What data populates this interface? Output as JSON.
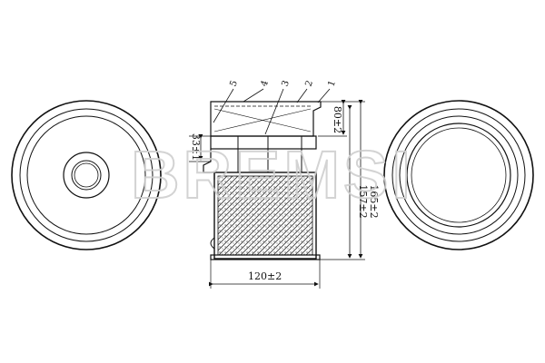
{
  "drawing": {
    "watermark": "BREMSI",
    "callouts": [
      "1",
      "2",
      "3",
      "4",
      "5"
    ],
    "dimensions": {
      "outer_diameter": "120±2",
      "total_height": "165±2",
      "body_height": "157±2",
      "top_recess": "80±2",
      "side_offset": "33±1"
    },
    "colors": {
      "line": "#111111",
      "watermark": "#d9d9d9",
      "background": "#ffffff"
    }
  }
}
